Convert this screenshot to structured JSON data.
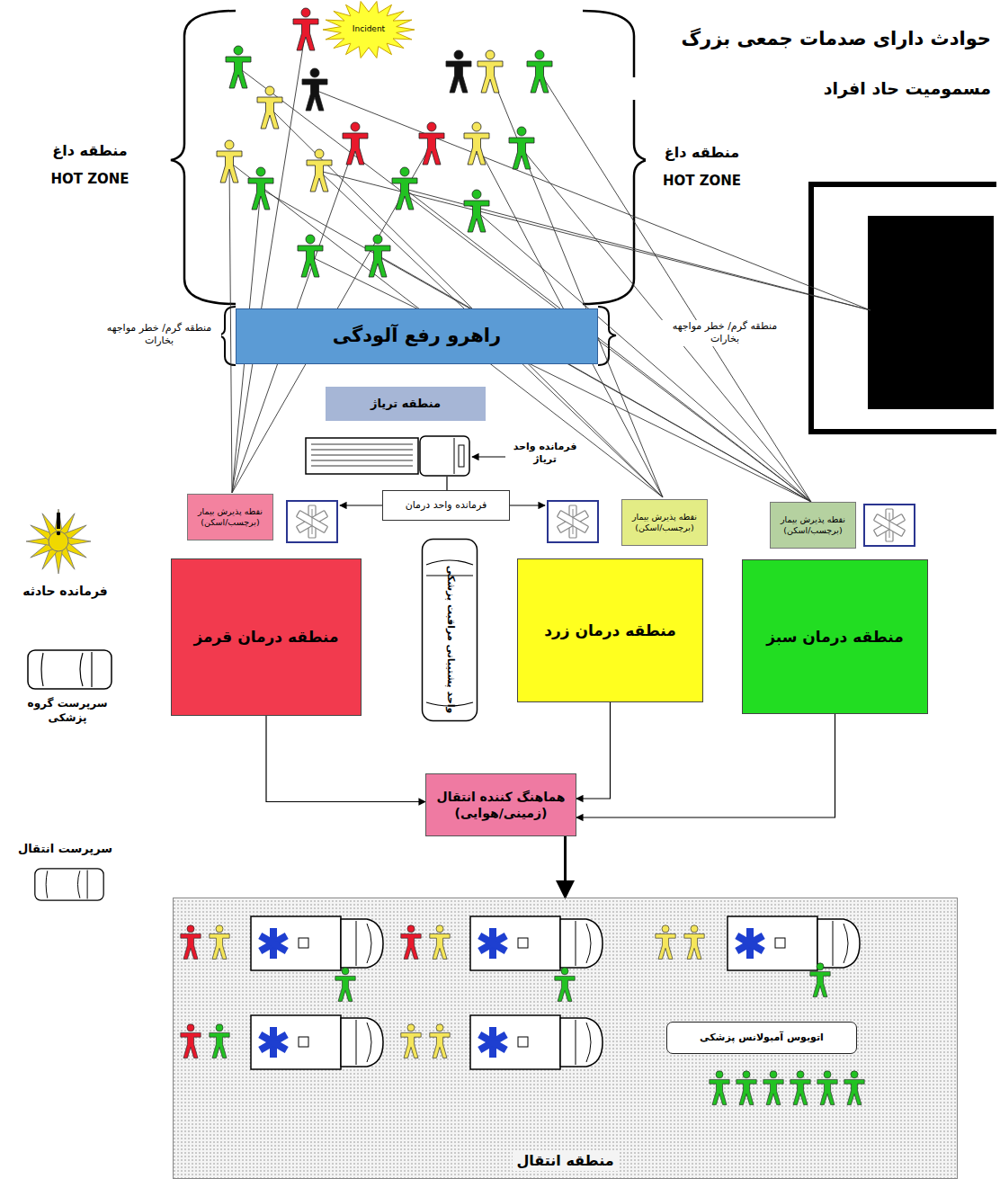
{
  "diagram": {
    "title": "حوادث دارای صدمات جمعی بزرگ",
    "nodes": [
      {
        "text": [
          "Incident"
        ]
      },
      {
        "text": [
          "راهرو رفع آلودگی"
        ]
      },
      {
        "text": [
          "منطقه تریاژ"
        ]
      },
      {
        "text": [
          "فرمانده واحد درمان"
        ]
      },
      {
        "text": [
          "نقطه پذیرش بیمار (برچسب/اسکن)"
        ]
      },
      {
        "text": [
          "نقطه پذیرش بیمار (برچسب/اسکن)"
        ]
      },
      {
        "text": [
          "نقطه پذیرش بیمار (برچسب/اسکن)"
        ]
      },
      {
        "text": [
          "منطقه درمان قرمز"
        ]
      },
      {
        "text": [
          "واحد پشتیبانی مراقبت پزشکی"
        ]
      },
      {
        "text": [
          "منطقه درمان زرد"
        ]
      },
      {
        "text": [
          "منطقه درمان سبز"
        ]
      },
      {
        "text": [
          "هماهنگ کننده انتقال (زمینی/هوایی)"
        ]
      },
      {
        "text": [
          "منطقه انتقال"
        ]
      },
      {
        "text": [
          "اتوبوس آمبولانس پزشکی"
        ],
        "in": 12
      }
    ],
    "edges": [
      {
        "from": 7,
        "to": 11,
        "arrow": "to"
      },
      {
        "from": 9,
        "to": 11,
        "arrow": "to"
      },
      {
        "from": 10,
        "to": 11,
        "arrow": "to"
      },
      {
        "from": 11,
        "to": 12,
        "arrow": "to"
      }
    ],
    "labels": [
      "مسمومیت حاد افراد",
      "منطقه داغ",
      "HOT ZONE",
      "منطقه داغ",
      "HOT ZONE",
      "منطقه گرم/ خطر مواجهه بخارات",
      "منطقه گرم/ خطر مواجهه بخارات",
      "فرمانده واحد تریاژ",
      "فرمانده حادثه",
      "سرپرست گروه پزشکی",
      "سرپرست انتقال"
    ]
  }
}
